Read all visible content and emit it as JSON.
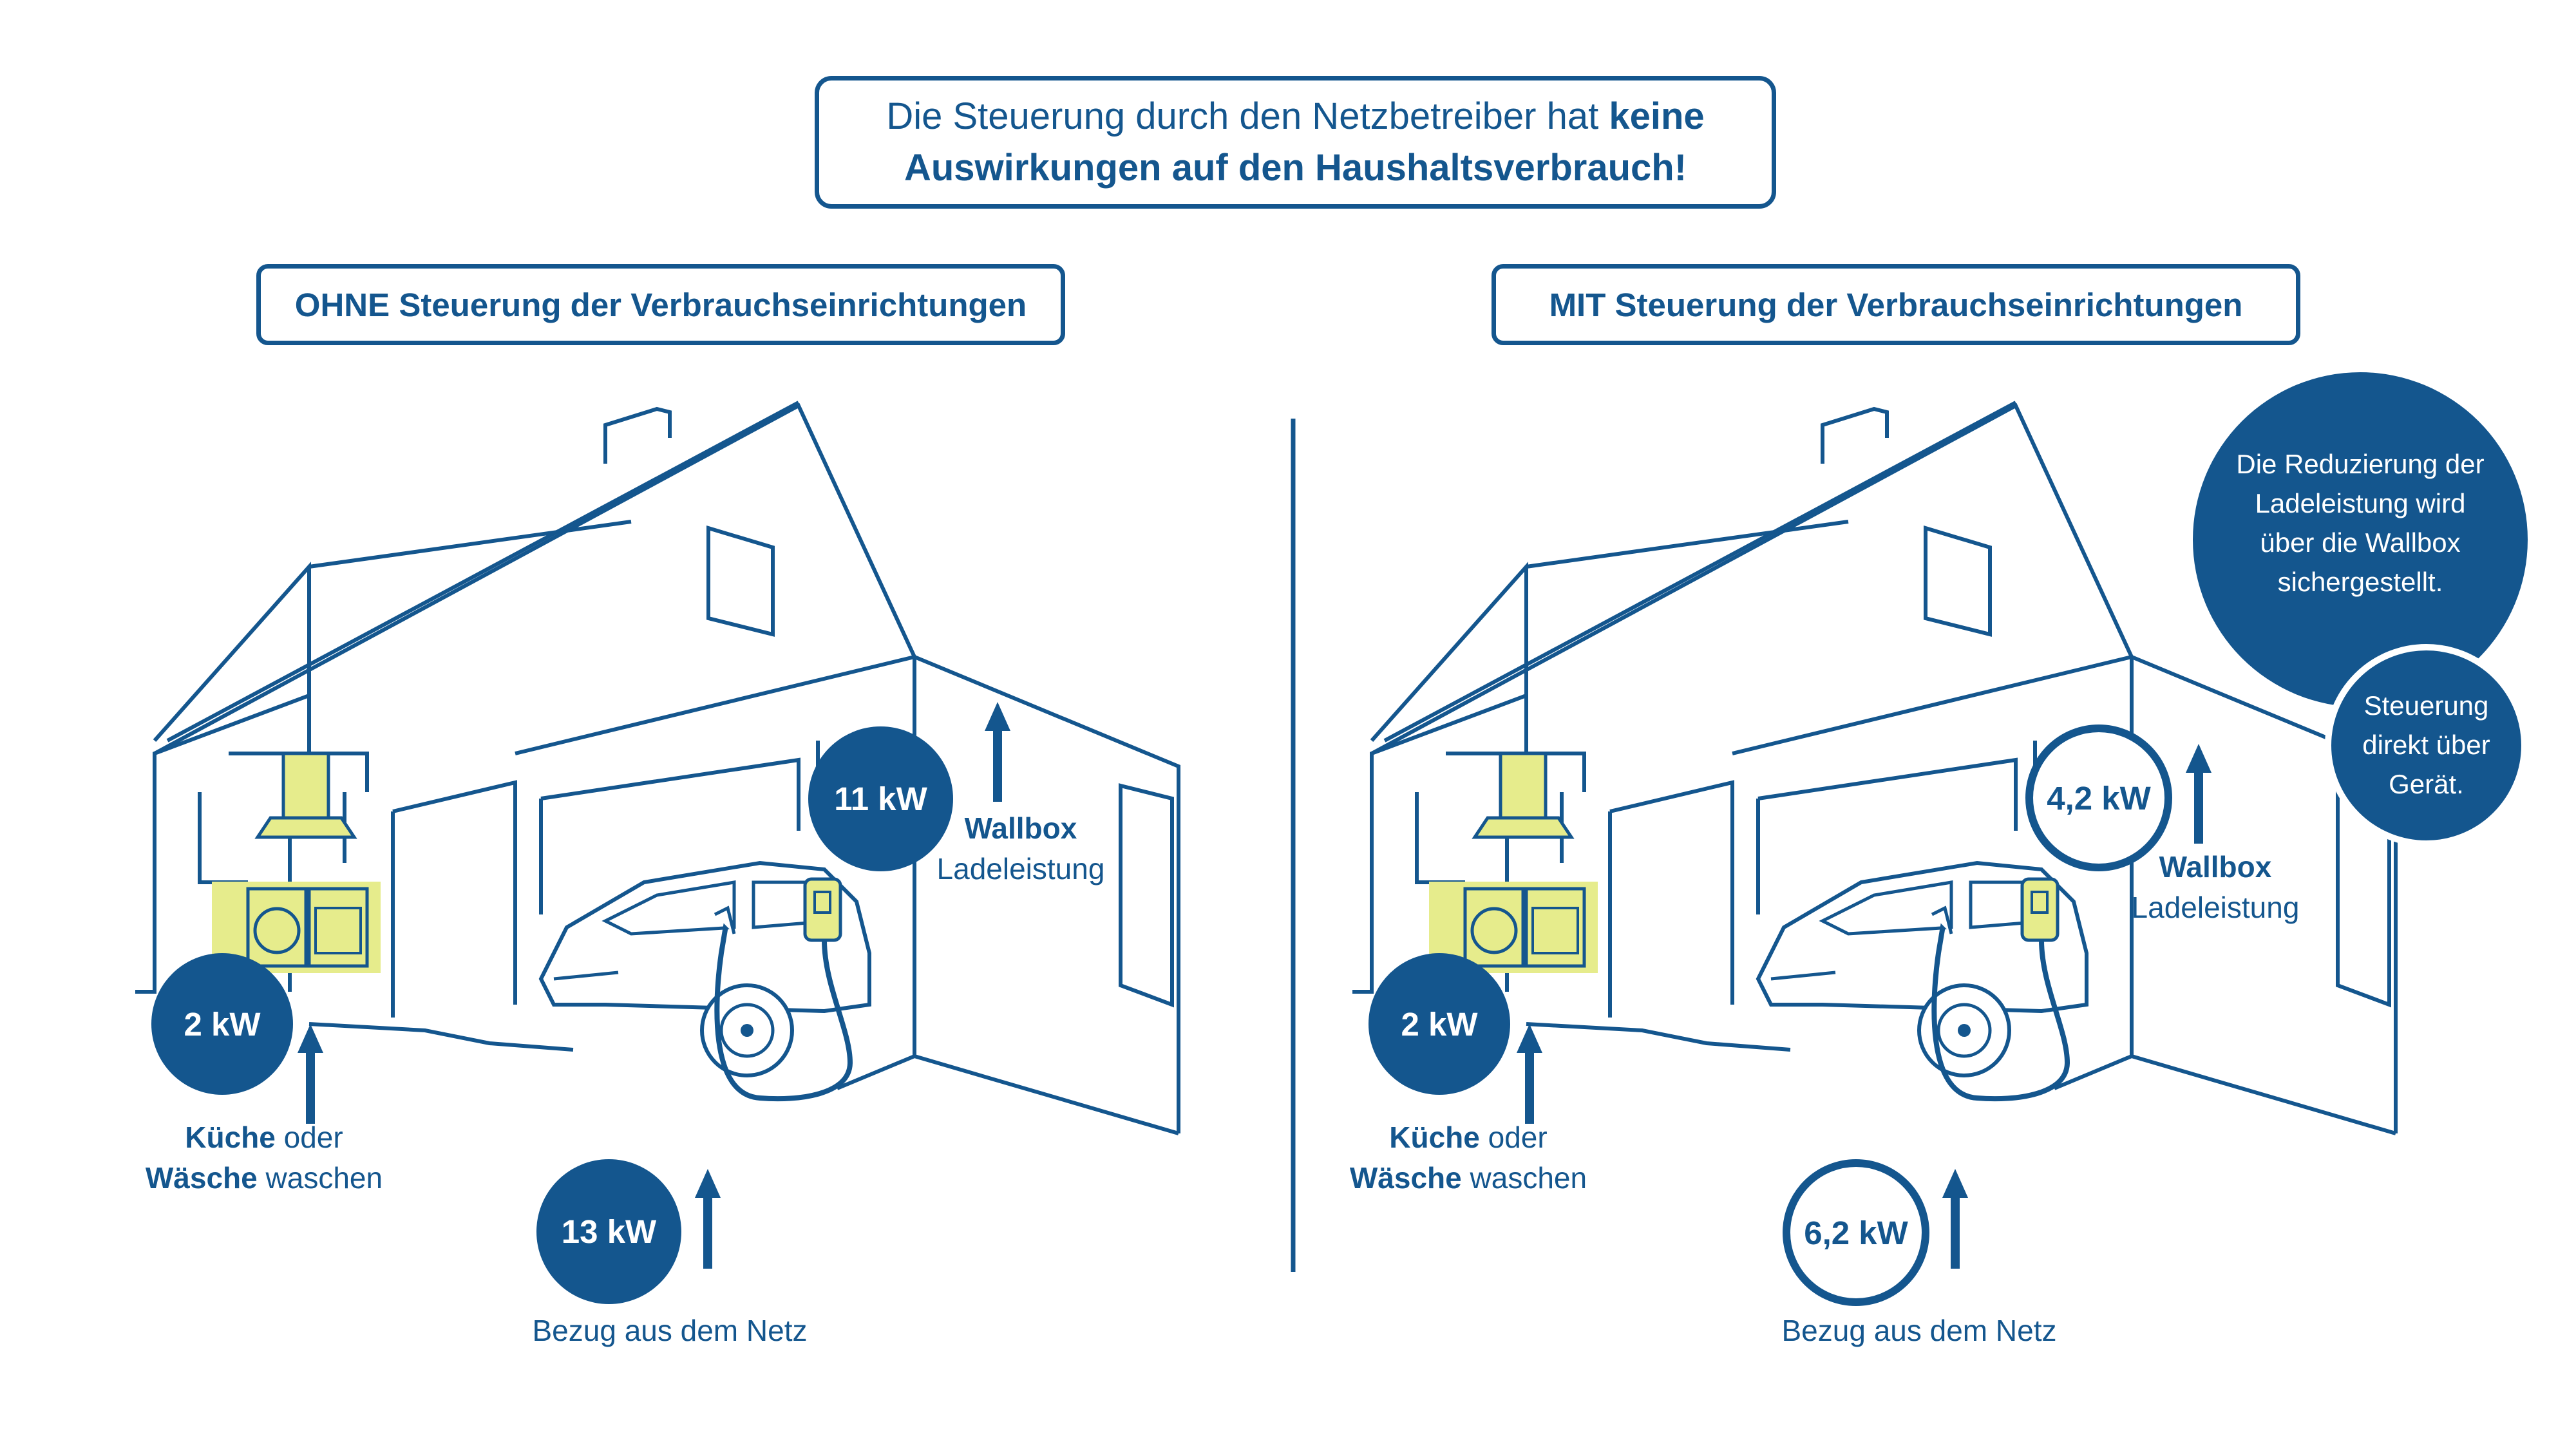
{
  "headline": {
    "text_regular": "Die Steuerung durch den Netzbetreiber hat",
    "text_bold_1": "keine",
    "text_bold_2": "Auswirkungen auf den Haushaltsverbrauch!"
  },
  "left_panel": {
    "title": "OHNE Steuerung der Verbrauchseinrichtungen",
    "household_value": "2 kW",
    "household_label_bold_1": "Küche",
    "household_label_regular_1": "oder",
    "household_label_bold_2": "Wäsche",
    "household_label_regular_2": "waschen",
    "wallbox_value": "11 kW",
    "wallbox_label_bold": "Wallbox",
    "wallbox_label_regular": "Ladeleistung",
    "grid_value": "13 kW",
    "grid_label": "Bezug aus dem Netz"
  },
  "right_panel": {
    "title": "MIT Steuerung der Verbrauchseinrichtungen",
    "household_value": "2 kW",
    "household_label_bold_1": "Küche",
    "household_label_regular_1": "oder",
    "household_label_bold_2": "Wäsche",
    "household_label_regular_2": "waschen",
    "wallbox_value": "4,2 kW",
    "wallbox_label_bold": "Wallbox",
    "wallbox_label_regular": "Ladeleistung",
    "grid_value": "6,2 kW",
    "grid_label": "Bezug aus dem Netz",
    "info_bubble_1": "Die Reduzierung der Ladeleistung wird über die Wallbox sichergestellt.",
    "info_bubble_2": "Steuerung direkt über Gerät."
  },
  "colors": {
    "primary_blue": "#14568e",
    "appliance_yellow": "#e6ec8c",
    "background": "#ffffff"
  },
  "icons": [
    "house-illustration",
    "car-icon",
    "wallbox-icon",
    "range-hood-icon",
    "washing-machine-icon",
    "oven-icon",
    "arrow-up-icon"
  ]
}
